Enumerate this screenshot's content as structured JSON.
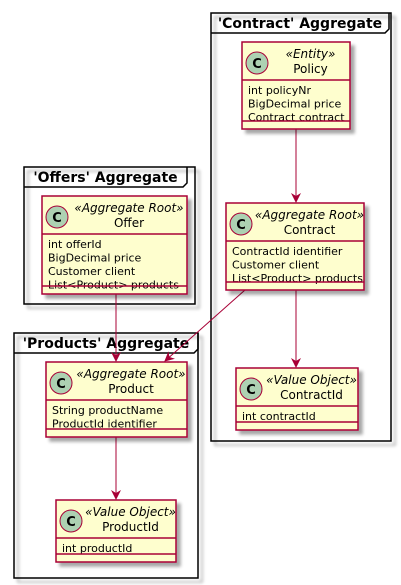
{
  "packages": [
    {
      "id": "contract",
      "title": "'Contract' Aggregate"
    },
    {
      "id": "offers",
      "title": "'Offers' Aggregate"
    },
    {
      "id": "products",
      "title": "'Products' Aggregate"
    }
  ],
  "classes": [
    {
      "id": "policy",
      "letter": "C",
      "stereotype": "«Entity»",
      "name": "Policy",
      "attributes": [
        "int policyNr",
        "BigDecimal price",
        "Contract contract"
      ]
    },
    {
      "id": "contract",
      "letter": "C",
      "stereotype": "«Aggregate Root»",
      "name": "Contract",
      "attributes": [
        "ContractId identifier",
        "Customer client",
        "List<Product> products"
      ]
    },
    {
      "id": "contractid",
      "letter": "C",
      "stereotype": "«Value Object»",
      "name": "ContractId",
      "attributes": [
        "int contractId"
      ]
    },
    {
      "id": "offer",
      "letter": "C",
      "stereotype": "«Aggregate Root»",
      "name": "Offer",
      "attributes": [
        "int offerId",
        "BigDecimal price",
        "Customer client",
        "List<Product> products"
      ]
    },
    {
      "id": "product",
      "letter": "C",
      "stereotype": "«Aggregate Root»",
      "name": "Product",
      "attributes": [
        "String productName",
        "ProductId identifier"
      ]
    },
    {
      "id": "productid",
      "letter": "C",
      "stereotype": "«Value Object»",
      "name": "ProductId",
      "attributes": [
        "int productId"
      ]
    }
  ],
  "relations": [
    {
      "from": "policy",
      "to": "contract"
    },
    {
      "from": "contract",
      "to": "contractid"
    },
    {
      "from": "contract",
      "to": "product"
    },
    {
      "from": "offer",
      "to": "product"
    },
    {
      "from": "product",
      "to": "productid"
    }
  ],
  "colors": {
    "class_fill": "#FEFECE",
    "class_border": "#A80036",
    "arrow": "#A80036",
    "circle_fill": "#ADD1B2",
    "package_border": "#000000",
    "background": "#FFFFFF"
  }
}
